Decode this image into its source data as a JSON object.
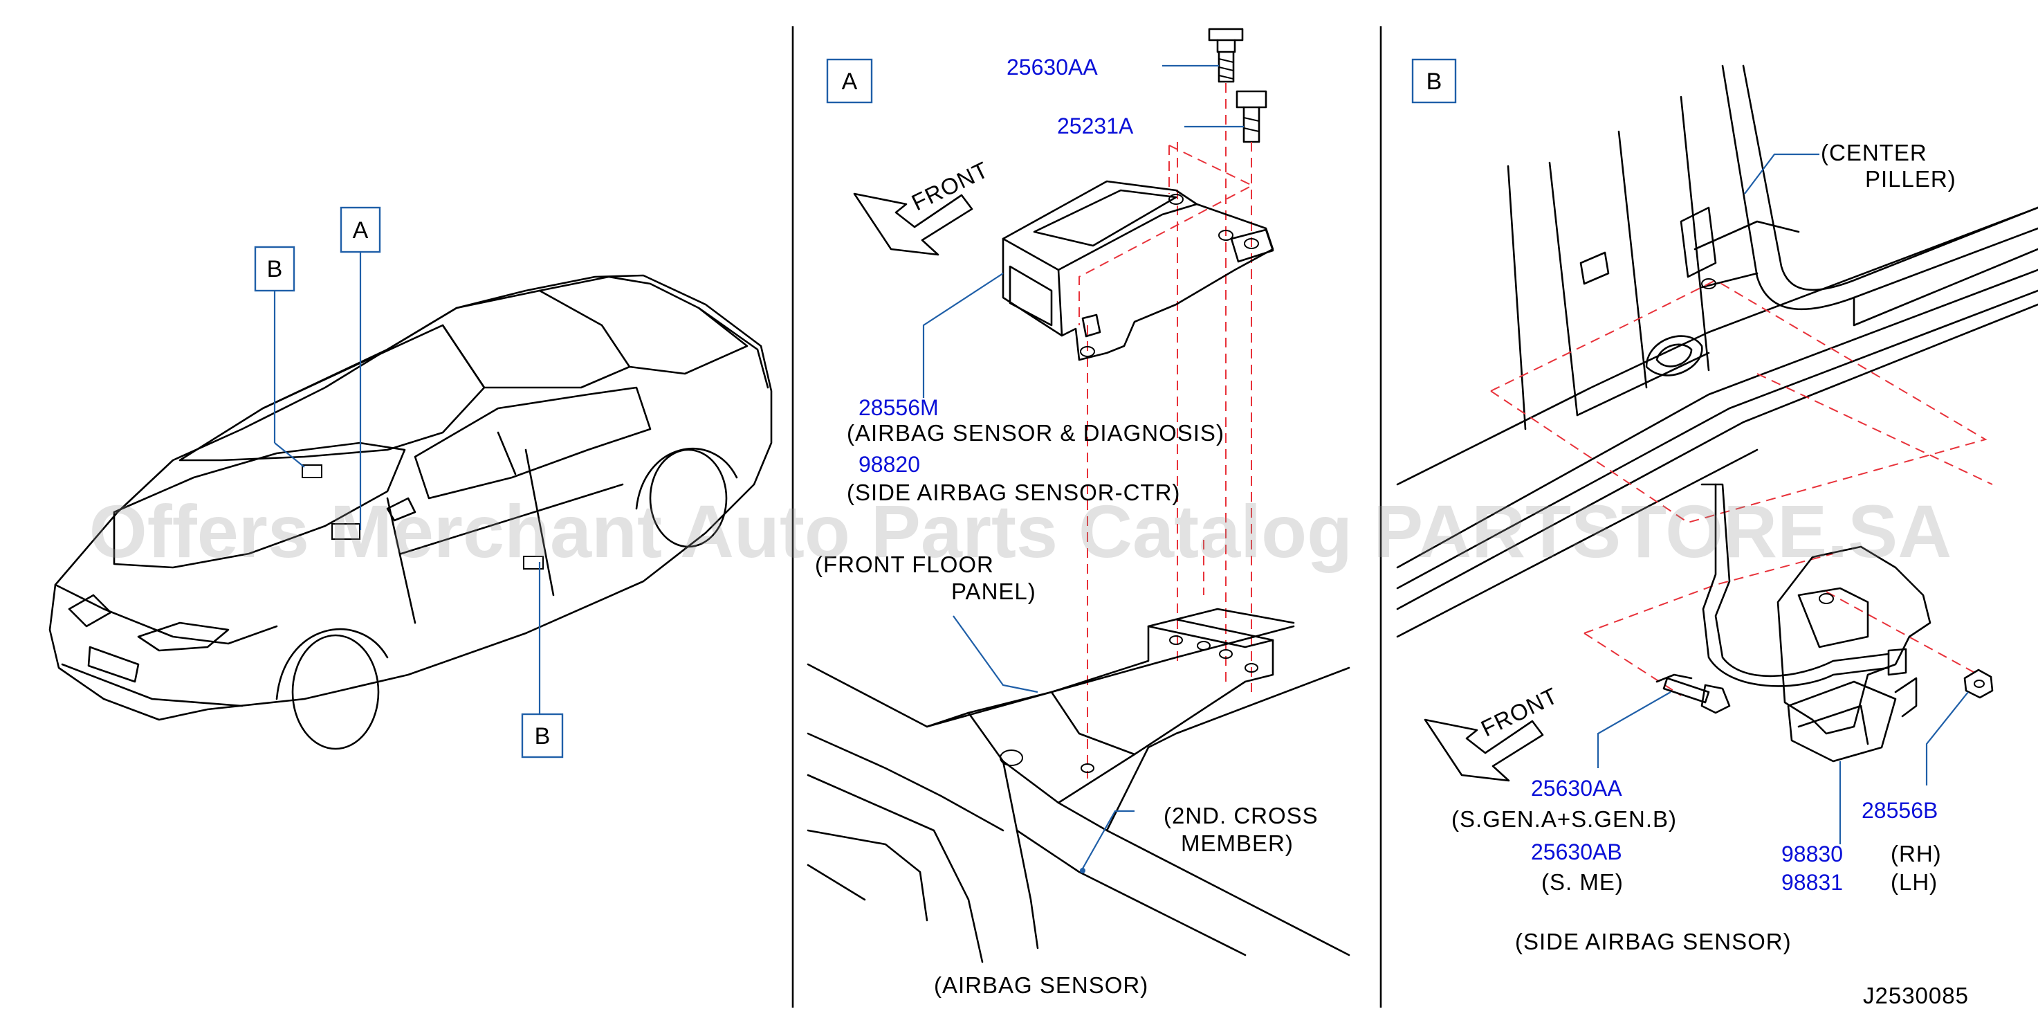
{
  "left_panel": {
    "callout_a": "A",
    "callout_b_upper": "B",
    "callout_b_lower": "B"
  },
  "panel_a": {
    "label": "A",
    "front_label": "FRONT",
    "parts": {
      "bolt_upper": "25630AA",
      "bolt_lower": "25231A",
      "sensor_num": "28556M",
      "sensor_desc": "(AIRBAG  SENSOR  &  DIAGNOSIS)",
      "side_num": "98820",
      "side_desc": "(SIDE  AIRBAG  SENSOR-CTR)",
      "floor_desc_1": "(FRONT  FLOOR",
      "floor_desc_2": "PANEL)",
      "cross_desc_1": "(2ND.  CROSS",
      "cross_desc_2": "MEMBER)"
    },
    "caption": "(AIRBAG  SENSOR)"
  },
  "panel_b": {
    "label": "B",
    "front_label": "FRONT",
    "pillar_desc_1": "(CENTER",
    "pillar_desc_2": "PILLER)",
    "parts": {
      "bolt_num": "25630AA",
      "bolt_desc": "(S.GEN.A+S.GEN.B)",
      "bolt_alt_num": "25630AB",
      "bolt_alt_desc": "(S.   ME)",
      "nut_num": "28556B",
      "sensor_rh_num": "98830",
      "sensor_rh_side": "(RH)",
      "sensor_lh_num": "98831",
      "sensor_lh_side": "(LH)"
    },
    "caption": "(SIDE  AIRBAG  SENSOR)",
    "drawing_id": "J2530085"
  },
  "watermark": "Offers Merchant Auto Parts Catalog PARTSTORE.SA",
  "colors": {
    "part_number": "#0a10d8",
    "leader": "#1f5fa8",
    "dashed_guide": "#e8323a",
    "line": "#000000"
  }
}
